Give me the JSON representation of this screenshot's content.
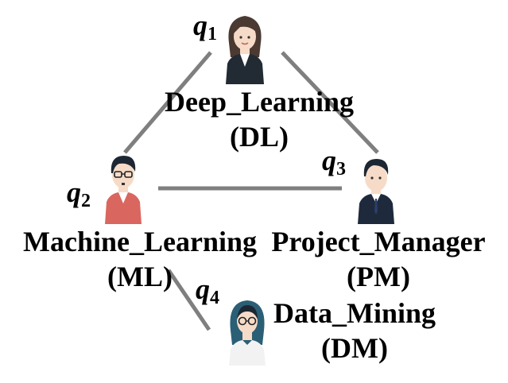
{
  "nodes": {
    "dl": {
      "var": "q",
      "index": "1",
      "name": "Deep_Learning",
      "abbr": "(DL)"
    },
    "ml": {
      "var": "q",
      "index": "2",
      "name": "Machine_Learning",
      "abbr": "(ML)"
    },
    "pm": {
      "var": "q",
      "index": "3",
      "name": "Project_Manager",
      "abbr": "(PM)"
    },
    "dm": {
      "var": "q",
      "index": "4",
      "name": "Data_Mining",
      "abbr": "(DM)"
    }
  },
  "edges": [
    [
      "dl",
      "ml"
    ],
    [
      "dl",
      "pm"
    ],
    [
      "ml",
      "pm"
    ],
    [
      "ml",
      "dm"
    ]
  ],
  "colors": {
    "edge": "#7f7f7f",
    "hair": "#4a3a32",
    "dark_hair": "#1d2733",
    "skin": "#f6dcc8",
    "suit": "#222a33",
    "shirt_red": "#d9675f",
    "teal_bg": "#2b5f76"
  },
  "icons": {
    "dl": "woman-suit-avatar-icon",
    "ml": "man-glasses-avatar-icon",
    "pm": "man-suit-avatar-icon",
    "dm": "woman-glasses-avatar-icon"
  }
}
